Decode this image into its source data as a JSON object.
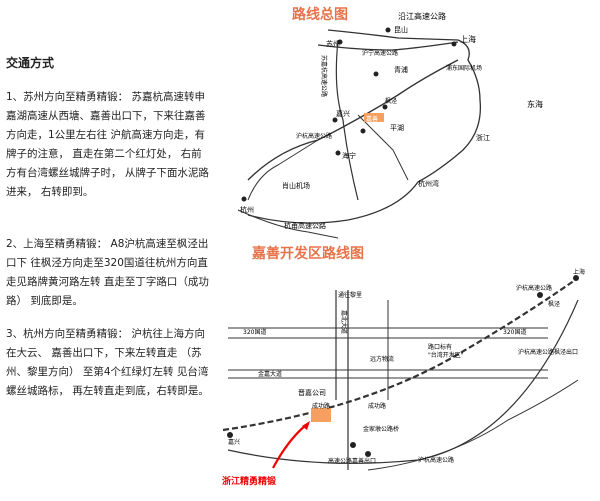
{
  "left": {
    "heading": "交通方式",
    "p1": "1、苏州方向至精勇精锻： 苏嘉杭高速转申嘉湖高速从西塘、嘉善出口下，下来往嘉善方向走，1公里左右往 沪航高速方向走，有牌子的注意， 直走在第二个红灯处， 右前方有台湾螺丝城牌子时， 从牌子下面水泥路进来， 右转即到。",
    "p2": "2、上海至精勇精锻： A8沪杭高速至枫泾出口下 往枫泾方向走至320国道往杭州方向直走见路牌黄河路左转 直走至丁字路口（成功路） 到底即是。",
    "p3": "3、杭州方向至精勇精锻： 沪杭往上海方向在大云、 嘉善出口下，下来左转直走 （苏州、黎里方向） 至第4个红绿灯左转 见台湾螺丝城路标， 再左转直走到底，右转即是。"
  },
  "map1": {
    "title": "路线总图",
    "labels": {
      "yanjiang": "沿江高速公路",
      "kunshan": "昆山",
      "suzhou": "苏州",
      "huning": "沪宁高速公路",
      "shanghai": "上海",
      "qingpu": "青浦",
      "pudong": "浦东国际机场",
      "suhang": "苏嘉杭高速公路",
      "dongzhou": "东海",
      "fengjing": "枫泾",
      "pinghu": "平湖",
      "zhejiang": "浙江",
      "jiashan": "嘉善",
      "jiaxing": "嘉兴",
      "huhang": "沪杭高速公路",
      "haining": "海宁",
      "airport": "肖山机场",
      "hangzhoubay": "杭州湾",
      "hangzhou": "杭州",
      "hangyong": "杭甬高速公路"
    }
  },
  "map2": {
    "title": "嘉善开发区路线图",
    "labels": {
      "tongwang": "通往黎里",
      "shanghai": "上海",
      "huhang_top": "沪杭高速公路",
      "fengjing": "枫泾",
      "guodao_l": "320国道",
      "guodao_r": "320国道",
      "sign1": "路口标有",
      "sign2": "\"台湾开发区\"",
      "huhang_fj": "沪杭高速公路枫泾出口",
      "logistics": "远方物流",
      "jinjia": "金嘉大道",
      "jinxiu": "晋嘉公司",
      "chenggong": "成功路",
      "chenggong2": "成功路",
      "jiajia": "金家墩公路桥",
      "jiashan": "嘉兴",
      "exit": "高速公路嘉善出口",
      "huhang_bottom": "沪杭高速公路",
      "road_v": "嘉北大道",
      "company": "浙江精勇精锻"
    }
  }
}
